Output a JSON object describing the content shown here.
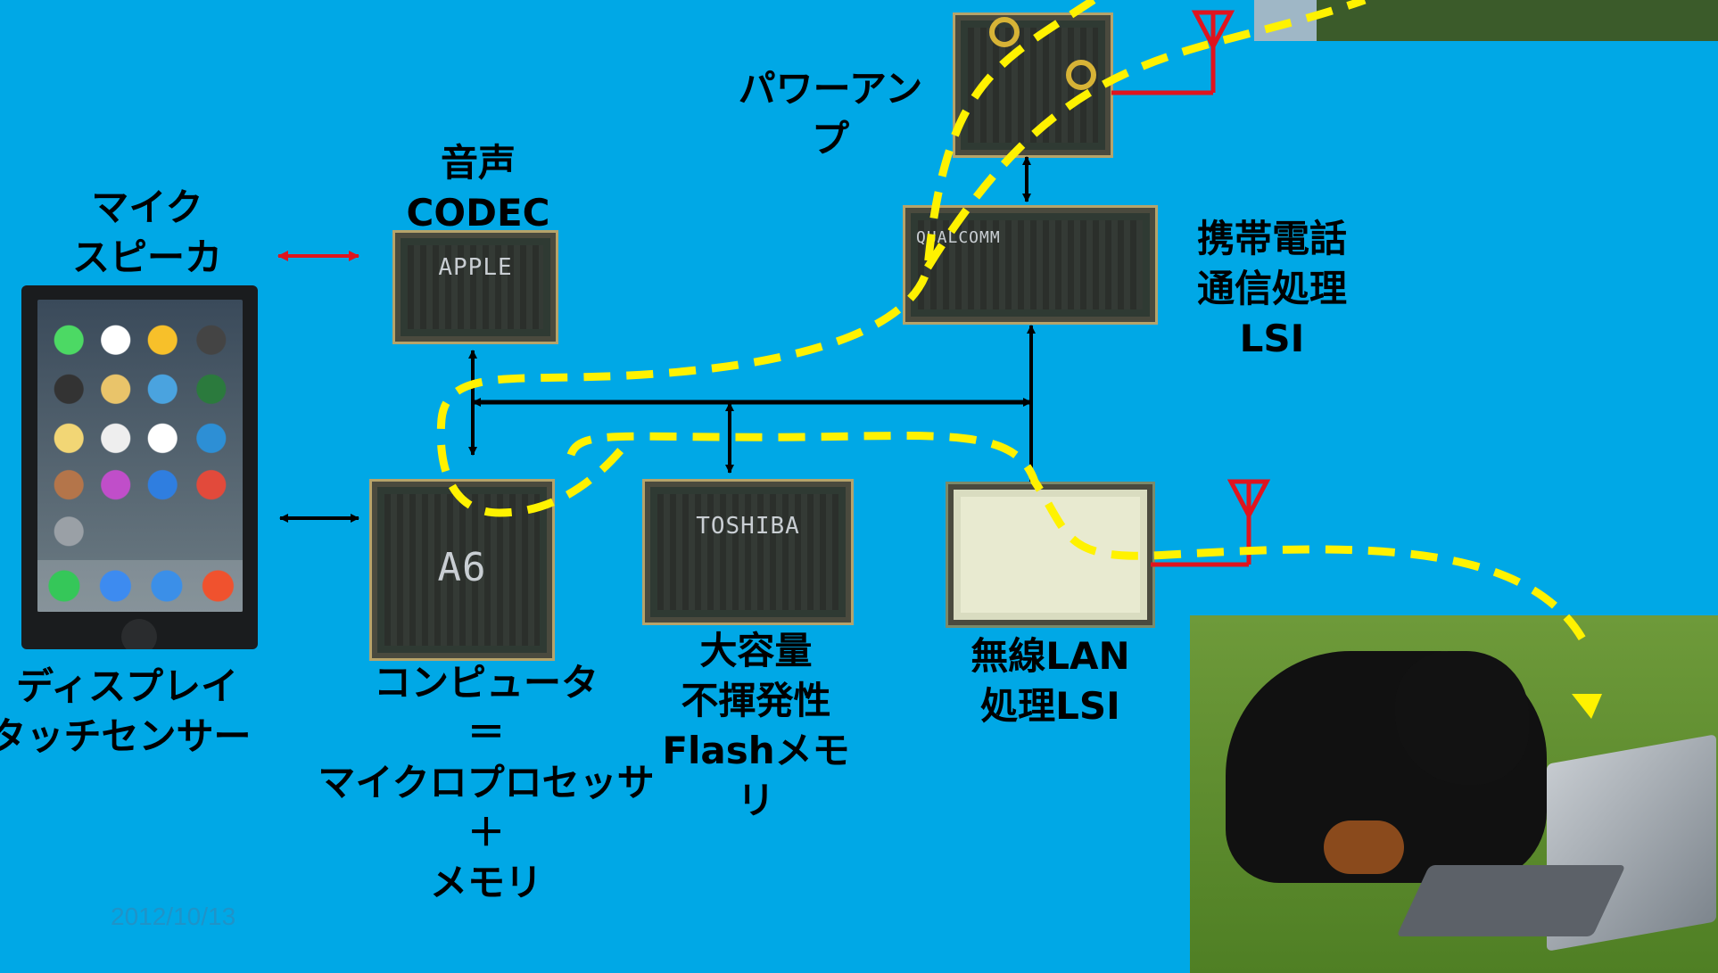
{
  "labels": {
    "mic_speaker": [
      "マイク",
      "スピーカ"
    ],
    "codec": [
      "音声",
      "CODEC"
    ],
    "power_amp": [
      "パワーアン",
      "プ"
    ],
    "baseband": [
      "携帯電話",
      "通信処理",
      "LSI"
    ],
    "display": [
      "ディスプレイ",
      "タッチセンサー"
    ],
    "computer": [
      "コンピュータ",
      "＝",
      "マイクロプロセッサ",
      "＋",
      "メモリ"
    ],
    "flash": [
      "大容量",
      "不揮発性",
      "Flashメモ",
      "リ"
    ],
    "wlan": [
      "無線LAN",
      "処理LSI"
    ]
  },
  "chips": {
    "codec_mark": "APPLE",
    "cpu_mark": "A6",
    "flash_mark": "TOSHIBA",
    "baseband_mark": "QUALCOMM"
  },
  "date": "2012/10/13",
  "colors": {
    "background": "#00A8E6",
    "signal_path": "#FFF200",
    "antenna": "#E0141E",
    "bus": "#000000"
  }
}
